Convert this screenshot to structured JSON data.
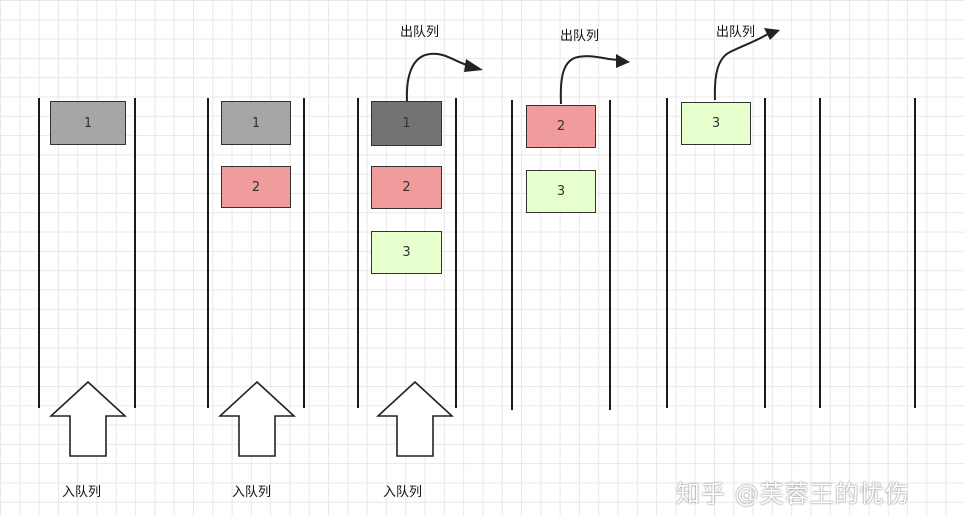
{
  "labels": {
    "enqueue": "入队列",
    "dequeue": "出队列"
  },
  "stages": [
    {
      "items": [
        "1"
      ]
    },
    {
      "items": [
        "1",
        "2"
      ]
    },
    {
      "items": [
        "1",
        "2",
        "3"
      ]
    },
    {
      "items": [
        "2",
        "3"
      ]
    },
    {
      "items": [
        "3"
      ]
    },
    {
      "items": []
    }
  ],
  "colors": {
    "item_1": "#a6a6a6",
    "item_1_dequeuing": "#737373",
    "item_2": "#f19c9c",
    "item_3": "#e6ffcc"
  },
  "watermark": "知乎 @芙蓉王的忧伤"
}
